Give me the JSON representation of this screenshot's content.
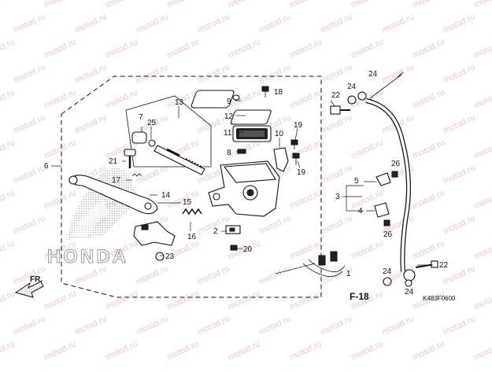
{
  "watermark": "motod.ru",
  "brand_logo_text": "HONDA",
  "direction_label": "FR.",
  "reference_label": "F-18",
  "diagram_code": "K483F0600",
  "callouts": {
    "c1": "1",
    "c2": "2",
    "c3": "3",
    "c4": "4",
    "c5": "5",
    "c6": "6",
    "c7": "7",
    "c8": "8",
    "c9": "9",
    "c10": "10",
    "c11": "11",
    "c12": "12",
    "c13": "13",
    "c14": "14",
    "c15": "15",
    "c16": "16",
    "c17": "17",
    "c18": "18",
    "c19a": "19",
    "c19b": "19",
    "c20": "20",
    "c21": "21",
    "c22a": "22",
    "c22b": "22",
    "c23": "23",
    "c24a": "24",
    "c24b": "24",
    "c24c": "24",
    "c24d": "24",
    "c25": "25",
    "c26a": "26",
    "c26b": "26"
  },
  "colors": {
    "watermark": "#e9c9c9",
    "line": "#111111"
  }
}
